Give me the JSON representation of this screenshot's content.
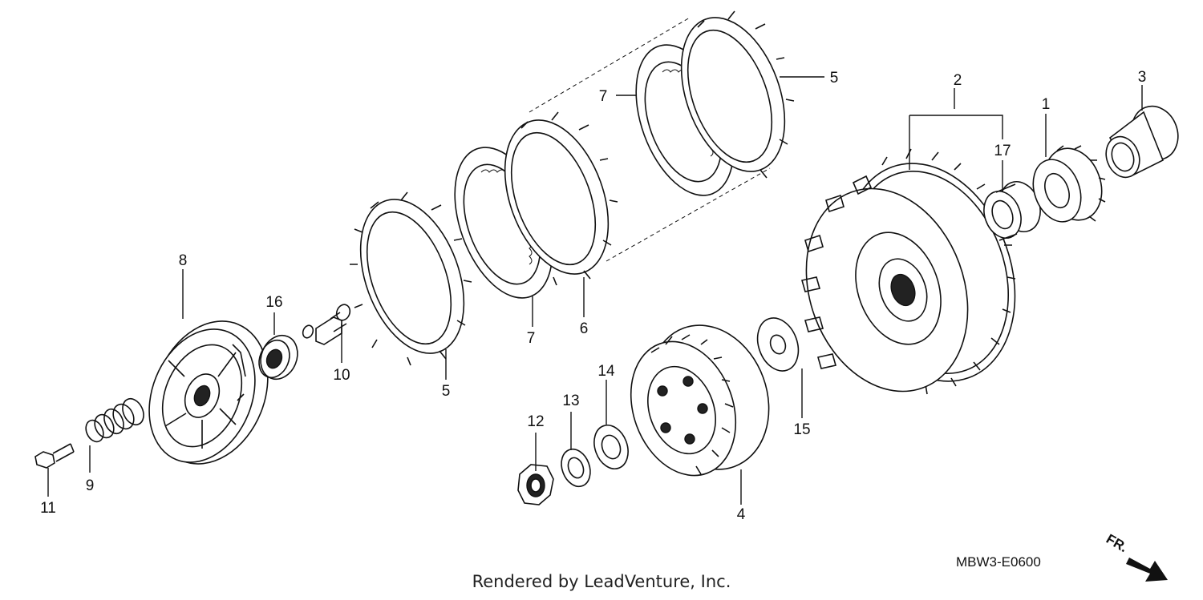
{
  "diagram": {
    "code": "MBW3-E0600",
    "direction_label": "FR.",
    "credit": "Rendered by LeadVenture, Inc.",
    "callouts": {
      "c1": "1",
      "c2": "2",
      "c3": "3",
      "c4": "4",
      "c5a": "5",
      "c5b": "5",
      "c6": "6",
      "c7a": "7",
      "c7b": "7",
      "c8": "8",
      "c9": "9",
      "c10": "10",
      "c11": "11",
      "c12": "12",
      "c13": "13",
      "c14": "14",
      "c15": "15",
      "c16": "16",
      "c17": "17"
    }
  }
}
